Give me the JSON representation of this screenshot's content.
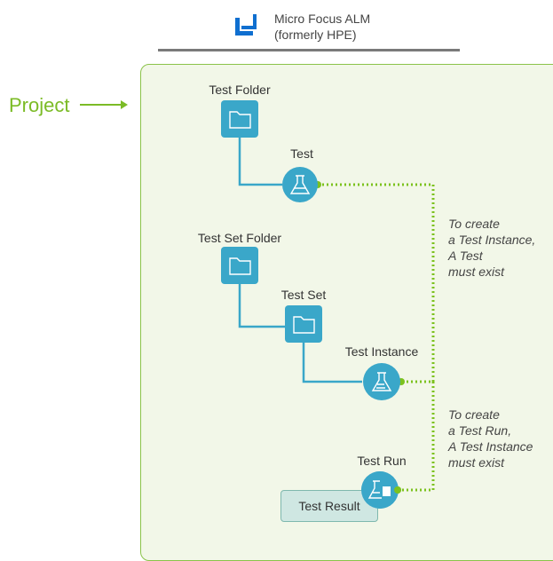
{
  "header": {
    "line1": "Micro Focus ALM",
    "line2": "(formerly HPE)",
    "brand_color": "#0f6fd0"
  },
  "project_label": "Project",
  "nodes": {
    "test_folder": "Test Folder",
    "test": "Test",
    "test_set_folder": "Test Set Folder",
    "test_set": "Test Set",
    "test_instance": "Test Instance",
    "test_run": "Test Run",
    "test_result": "Test Result"
  },
  "notes": {
    "note1": [
      "To create",
      "a Test Instance,",
      "A Test",
      "must exist"
    ],
    "note2": [
      "To create",
      "a Test Run,",
      "A Test Instance",
      "must exist"
    ]
  },
  "colors": {
    "node_fill": "#3aa7c9",
    "connector": "#3aa7c9",
    "dependency": "#7cc21e",
    "panel_fill": "#f2f7e8",
    "panel_border": "#8bc34a",
    "project_label": "#7bbb26"
  }
}
